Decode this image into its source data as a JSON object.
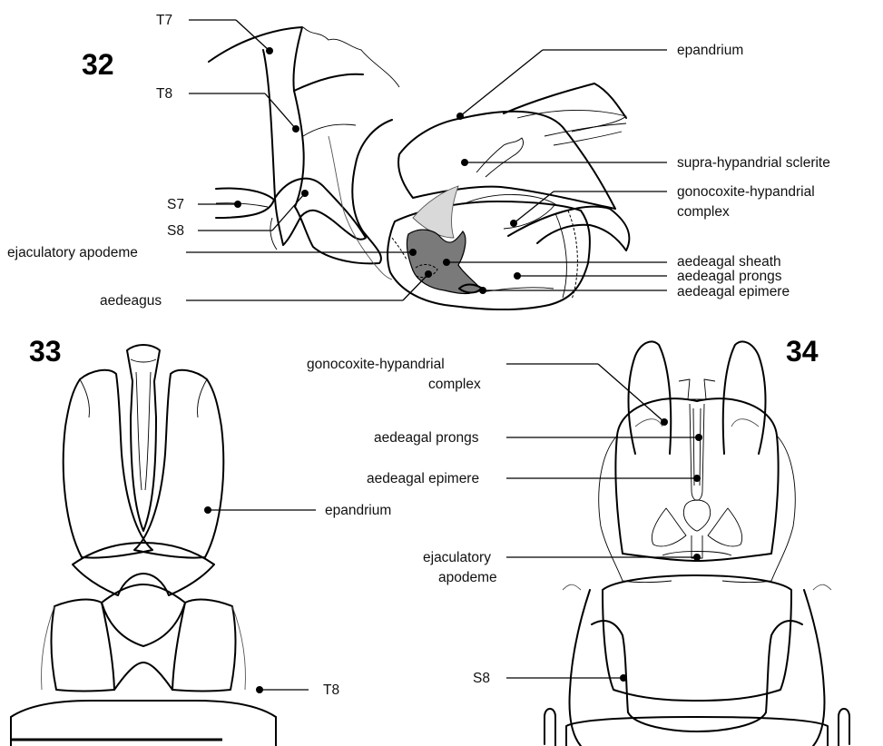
{
  "figure_numbers": {
    "fig32": "32",
    "fig33": "33",
    "fig34": "34"
  },
  "fig32": {
    "labels": {
      "T7": "T7",
      "T8": "T8",
      "S7": "S7",
      "S8": "S8",
      "ejaculatory_apodeme": "ejaculatory apodeme",
      "aedeagus": "aedeagus",
      "epandrium": "epandrium",
      "supra_hypandrial_sclerite": "supra-hypandrial sclerite",
      "gonocoxite_hypandrial_1": "gonocoxite-hypandrial",
      "gonocoxite_hypandrial_2": "complex",
      "aedeagal_sheath": "aedeagal sheath",
      "aedeagal_prongs": "aedeagal prongs",
      "aedeagal_epimere": "aedeagal epimere"
    }
  },
  "fig33": {
    "labels": {
      "epandrium": "epandrium",
      "T8": "T8"
    }
  },
  "fig34": {
    "labels": {
      "gonocoxite_hypandrial_1": "gonocoxite-hypandrial",
      "gonocoxite_hypandrial_2": "complex",
      "aedeagal_prongs": "aedeagal prongs",
      "aedeagal_epimere": "aedeagal epimere",
      "ejaculatory_apodeme_1": "ejaculatory",
      "ejaculatory_apodeme_2": "apodeme",
      "S8": "S8"
    }
  }
}
